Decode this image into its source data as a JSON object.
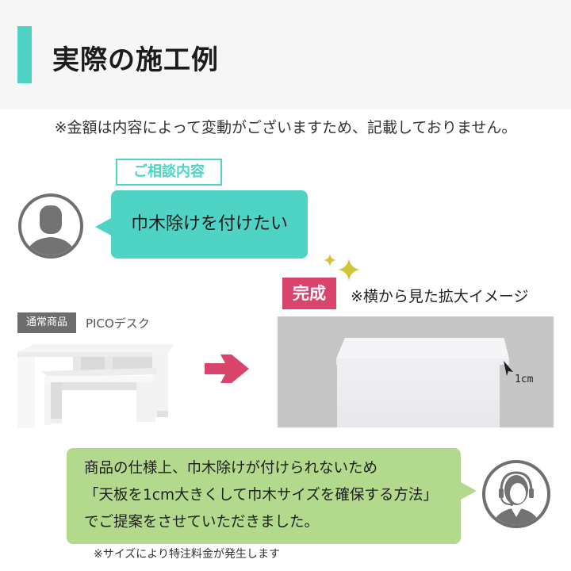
{
  "header": {
    "title": "実際の施工例",
    "accent_color": "#4fd3c4"
  },
  "notice": "※金額は内容によって変動がございますため、記載しておりません。",
  "consultation": {
    "label": "ご相談内容",
    "request": "巾木除けを付けたい",
    "avatar_icon": "user-silhouette-icon",
    "color": "#4fd3c4"
  },
  "product": {
    "badge": "通常商品",
    "name": "PICOデスク",
    "image": "white-desk-image"
  },
  "arrow_icon": "right-arrow-icon",
  "result": {
    "badge": "完成",
    "badge_color": "#d9456a",
    "note": "※横から見た拡大イメージ",
    "measurement": "1cm",
    "sparkle_icon": "sparkle-icon"
  },
  "response": {
    "lines": [
      "商品の仕様上、巾木除けが付けられないため",
      "「天板を1cm大きくして巾木サイズを確保する方法」",
      "でご提案をさせていただきました。"
    ],
    "color": "#b3d98c",
    "avatar_icon": "support-headset-icon"
  },
  "footnote": "※サイズにより特注料金が発生します"
}
